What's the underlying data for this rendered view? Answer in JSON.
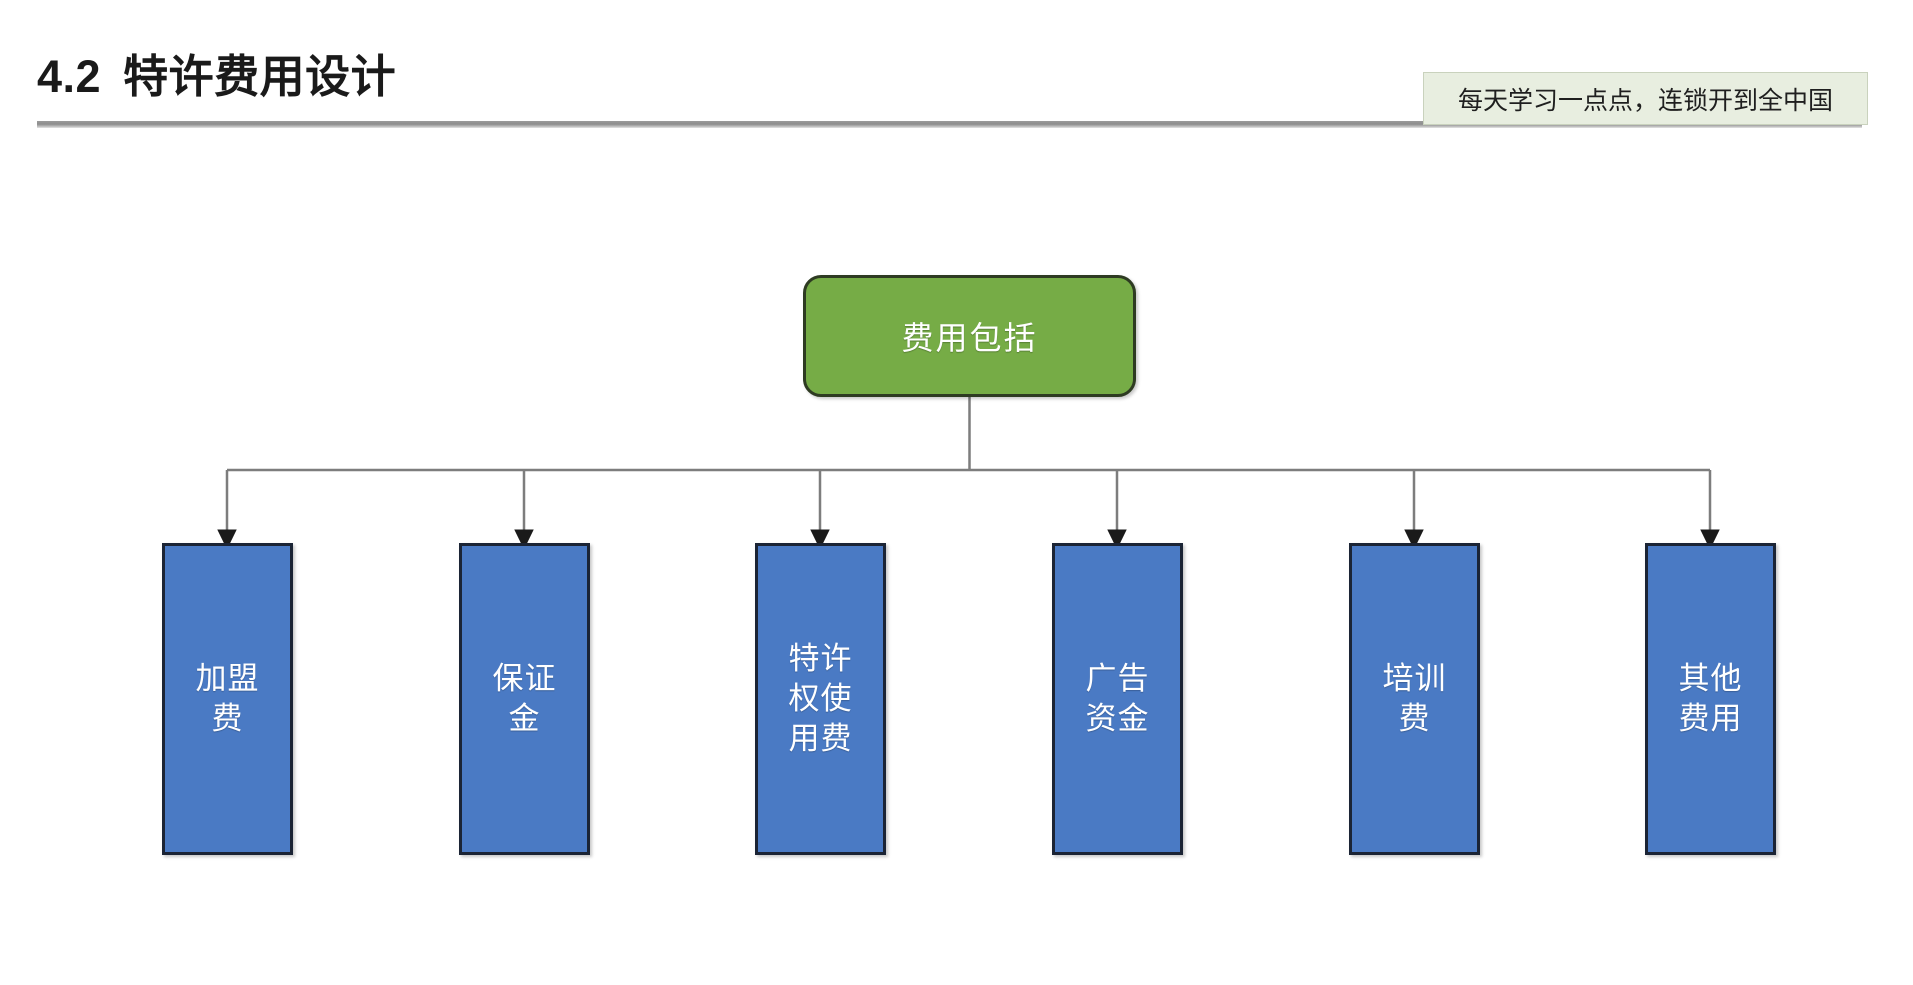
{
  "slide": {
    "title_number": "4.2",
    "title_text": "特许费用设计",
    "tagline": "每天学习一点点，连锁开到全中国"
  },
  "colors": {
    "root_fill": "#76ac46",
    "root_border": "#2e3b22",
    "leaf_fill": "#4a7ac4",
    "leaf_border": "#1b2435",
    "badge_fill": "#e8eee0",
    "badge_border": "#c9d2bd",
    "rule": "#8d8d8d",
    "connector": "#808080",
    "arrow": "#1a1a1a",
    "node_text": "#ffffff",
    "title_text": "#1a1a1a"
  },
  "chart_data": {
    "type": "diagram",
    "layout": "top-down-tree",
    "title": "费用包括",
    "root": {
      "label": "费用包括",
      "shape": "rounded-rect",
      "fill": "#76ac46"
    },
    "children": [
      {
        "label": "加盟\n费",
        "plain": "加盟费",
        "shape": "rect",
        "fill": "#4a7ac4"
      },
      {
        "label": "保证\n金",
        "plain": "保证金",
        "shape": "rect",
        "fill": "#4a7ac4"
      },
      {
        "label": "特许\n权使\n用费",
        "plain": "特许权使用费",
        "shape": "rect",
        "fill": "#4a7ac4"
      },
      {
        "label": "广告\n资金",
        "plain": "广告资金",
        "shape": "rect",
        "fill": "#4a7ac4"
      },
      {
        "label": "培训\n费",
        "plain": "培训费",
        "shape": "rect",
        "fill": "#4a7ac4"
      },
      {
        "label": "其他\n费用",
        "plain": "其他费用",
        "shape": "rect",
        "fill": "#4a7ac4"
      }
    ],
    "edges": "root connects down to a horizontal bus, then one arrow drops into each of the 6 children"
  }
}
